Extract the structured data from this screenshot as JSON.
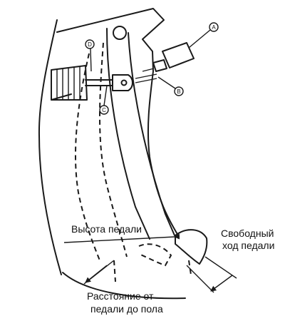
{
  "labels": {
    "pedal_height": "Высота педали",
    "free_play_line1": "Свободный",
    "free_play_line2": "ход педали",
    "floor_line1": "Расстояние от",
    "floor_line2": "педали до пола"
  },
  "callouts": {
    "a": "A",
    "b": "B",
    "c": "C",
    "d": "D"
  },
  "colors": {
    "ink": "#1a1a1a",
    "background": "#ffffff"
  }
}
